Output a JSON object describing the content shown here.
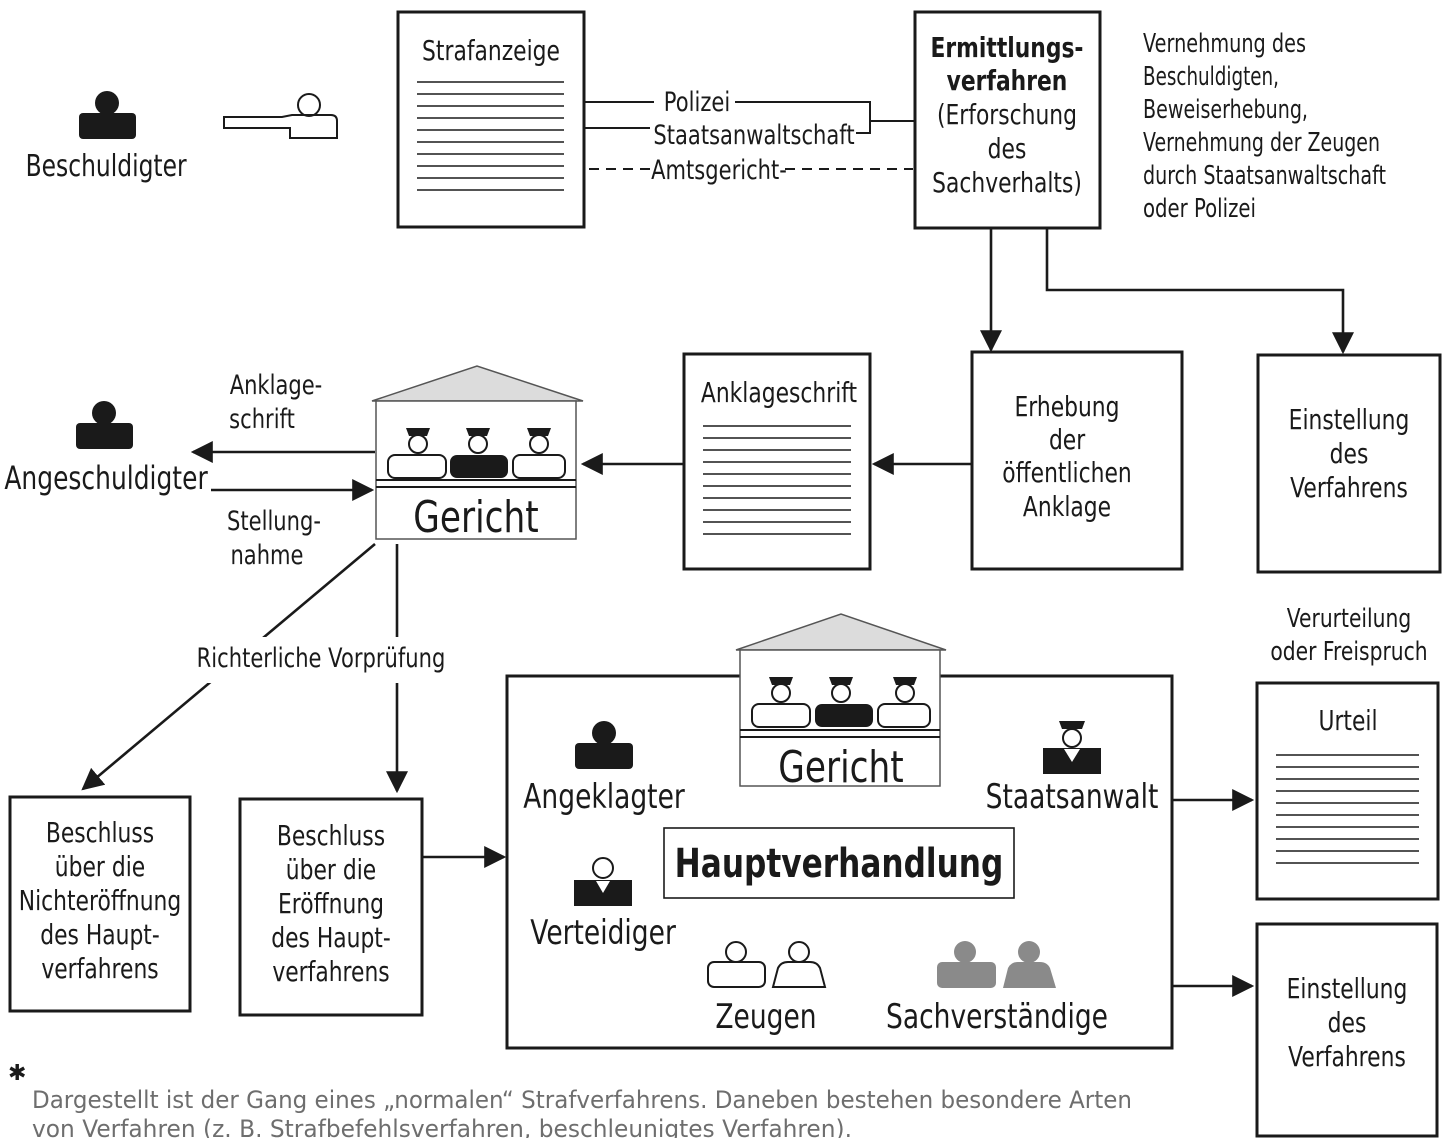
{
  "colors": {
    "ink": "#1a1a1a",
    "footnote": "#6e6e6e",
    "roof": "#dcdcdc"
  },
  "top": {
    "beschuldigter": "Beschuldigter",
    "strafanzeige": "Strafanzeige",
    "polizei": "Polizei",
    "staatsanwaltschaft": "Staatsanwaltschaft",
    "amtsgericht": "Amtsgericht-",
    "ermittlung": [
      "Ermittlungs-",
      "verfahren",
      "(Erforschung",
      "des",
      "Sachverhalts)"
    ],
    "vernehmung": [
      "Vernehmung des",
      "Beschuldigten,",
      "Beweiserhebung,",
      "Vernehmung der Zeugen",
      "durch Staatsanwaltschaft",
      "oder Polizei"
    ]
  },
  "middle": {
    "erhebung": [
      "Erhebung",
      "der",
      "öffentlichen",
      "Anklage"
    ],
    "einstellung": [
      "Einstellung",
      "des",
      "Verfahrens"
    ],
    "anklageschrift": "Anklageschrift",
    "gericht": "Gericht",
    "anklage_label": [
      "Anklage-",
      "schrift"
    ],
    "stellung_label": [
      "Stellung-",
      "nahme"
    ],
    "angeschuldigter": "Angeschuldigter"
  },
  "lower": {
    "vorpruefung": "Richterliche Vorprüfung",
    "nichteroeffnung": [
      "Beschluss",
      "über die",
      "Nichteröffnung",
      "des Haupt-",
      "verfahrens"
    ],
    "eroeffnung": [
      "Beschluss",
      "über die",
      "Eröffnung",
      "des Haupt-",
      "verfahrens"
    ],
    "gericht": "Gericht",
    "angeklagter": "Angeklagter",
    "staatsanwalt": "Staatsanwalt",
    "hauptverhandlung": "Hauptverhandlung",
    "verteidiger": "Verteidiger",
    "zeugen": "Zeugen",
    "sachverstaendige": "Sachverständige",
    "verurteilung": [
      "Verurteilung",
      "oder Freispruch"
    ],
    "urteil": "Urteil",
    "einstellung": [
      "Einstellung",
      "des",
      "Verfahrens"
    ]
  },
  "footnote": {
    "line1": "Dargestellt ist der Gang eines „normalen“ Strafverfahrens. Daneben bestehen besondere Arten",
    "line2": "von Verfahren (z. B. Strafbefehlsverfahren, beschleunigtes Verfahren)."
  }
}
